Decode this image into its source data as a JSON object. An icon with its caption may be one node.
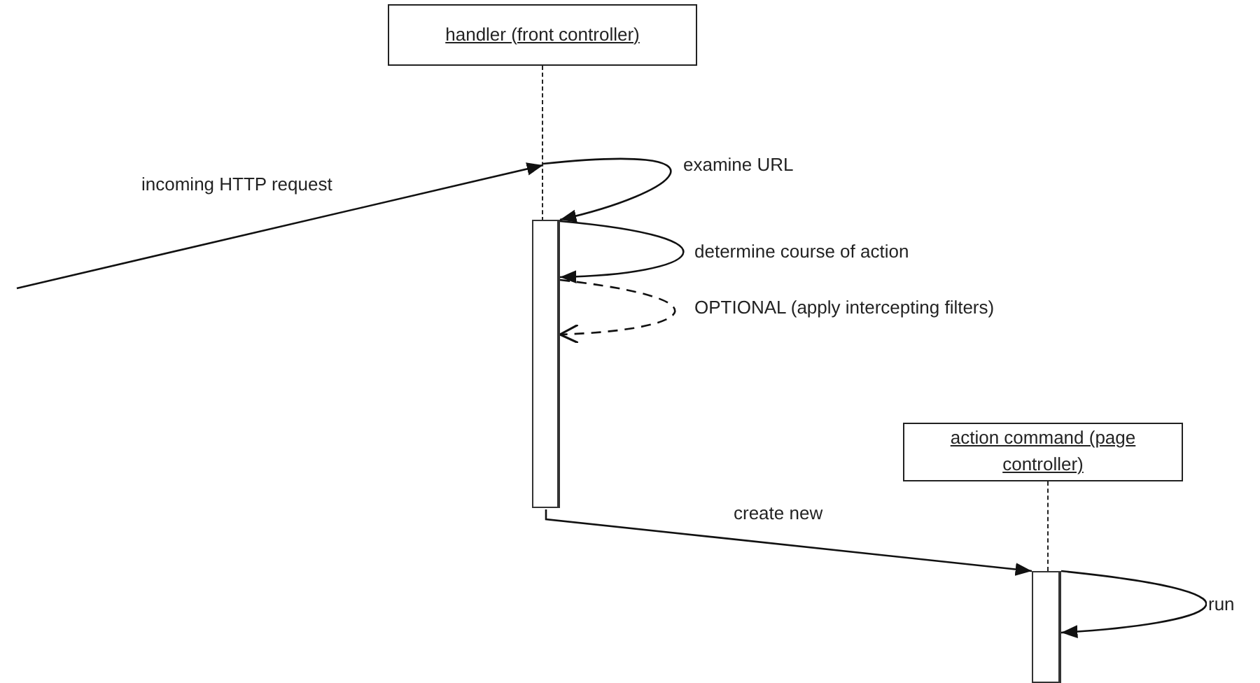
{
  "diagram": {
    "nodes": [
      {
        "text": [
          "handler (front controller)"
        ]
      },
      {
        "text": [],
        "shape": "line"
      },
      {
        "text": [],
        "shape": "bar"
      },
      {
        "text": [
          "action command (page controller)"
        ]
      },
      {
        "text": [],
        "shape": "line"
      },
      {
        "text": [],
        "shape": "bar"
      }
    ],
    "edges": [
      {
        "from": null,
        "to": 1,
        "arrow": "to",
        "label": "incoming HTTP request"
      },
      {
        "from": 1,
        "to": 2,
        "arrow": "to",
        "label": "examine URL"
      },
      {
        "from": 2,
        "to": 2,
        "arrow": "to",
        "label": "determine course of action"
      },
      {
        "from": 2,
        "to": 2,
        "arrow": "to",
        "label": "OPTIONAL (apply intercepting filters)",
        "style": "dashed"
      },
      {
        "from": 2,
        "to": 5,
        "arrow": "to",
        "label": "create new"
      },
      {
        "from": 5,
        "to": 5,
        "arrow": "to",
        "label": "run"
      }
    ]
  }
}
